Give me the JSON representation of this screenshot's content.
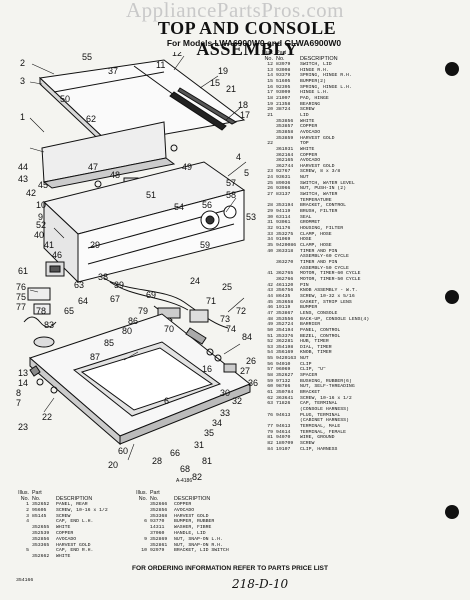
{
  "watermark": "AppliancePartsPros.com",
  "title": "TOP AND CONSOLE ASSEMBLY",
  "subtitle": "For Models LWA6900W0 and GLWA6900W0",
  "figure_number": "A-4186",
  "callouts": [
    "1",
    "2",
    "3",
    "4",
    "5",
    "6",
    "7",
    "8",
    "9",
    "10",
    "11",
    "12",
    "13",
    "14",
    "15",
    "16",
    "17",
    "18",
    "19",
    "20",
    "21",
    "22",
    "23",
    "24",
    "25",
    "26",
    "27",
    "28",
    "29",
    "30",
    "31",
    "32",
    "33",
    "34",
    "35",
    "36",
    "37",
    "38",
    "39",
    "40",
    "41",
    "42",
    "43",
    "44",
    "45",
    "46",
    "47",
    "48",
    "49",
    "50",
    "51",
    "52",
    "53",
    "54",
    "55",
    "56",
    "57",
    "58",
    "59",
    "60",
    "61",
    "62",
    "63",
    "64",
    "65",
    "66",
    "67",
    "68",
    "69",
    "70",
    "71",
    "72",
    "73",
    "74",
    "75",
    "76",
    "77",
    "78",
    "79",
    "80",
    "81",
    "82",
    "83",
    "84",
    "85",
    "86",
    "87"
  ],
  "right_list": {
    "headers": {
      "illus": "Illus.",
      "no": "No.",
      "part": "Part",
      "part_no": "No.",
      "desc": "DESCRIPTION"
    },
    "rows": [
      [
        "12",
        "83979",
        "SWITCH, LID"
      ],
      [
        "13",
        "93098",
        "HINGE R.H."
      ],
      [
        "14",
        "93379",
        "SPRING, HINGE R.H."
      ],
      [
        "15",
        "51605",
        "BUMPER(2)"
      ],
      [
        "16",
        "92395",
        "SPRING, HINGE L.H."
      ],
      [
        "17",
        "93099",
        "HINGE L.H."
      ],
      [
        "18",
        "21097",
        "PAD, HINGE"
      ],
      [
        "19",
        "21358",
        "BEARING"
      ],
      [
        "20",
        "38724",
        "SCREW"
      ],
      [
        "21",
        "",
        "LID"
      ],
      [
        "",
        "353856",
        "WHITE"
      ],
      [
        "",
        "353857",
        "COPPER"
      ],
      [
        "",
        "353858",
        "AVOCADO"
      ],
      [
        "",
        "353859",
        "HARVEST GOLD"
      ],
      [
        "22",
        "",
        "TOP"
      ],
      [
        "",
        "361931",
        "WHITE"
      ],
      [
        "",
        "362164",
        "COPPER"
      ],
      [
        "",
        "362165",
        "AVOCADO"
      ],
      [
        "",
        "362744",
        "HARVEST GOLD"
      ],
      [
        "23",
        "92767",
        "SCREW, 8 x 3/8"
      ],
      [
        "24",
        "93631",
        "NUT"
      ],
      [
        "25",
        "89036",
        "SWITCH, WATER LEVEL"
      ],
      [
        "26",
        "93966",
        "NUT, PUSH-IN (2)"
      ],
      [
        "27",
        "83137",
        "SWITCH, WATER"
      ],
      [
        "",
        "",
        "TEMPERATURE"
      ],
      [
        "28",
        "353194",
        "BRACKET, CONTROL"
      ],
      [
        "29",
        "94119",
        "BRUSH, FILTER"
      ],
      [
        "30",
        "63114",
        "SEAL"
      ],
      [
        "31",
        "93061",
        "GROMMET"
      ],
      [
        "32",
        "91176",
        "HOUSING, FILTER"
      ],
      [
        "33",
        "353275",
        "CLAMP, HOSE"
      ],
      [
        "34",
        "91069",
        "HOSE"
      ],
      [
        "35",
        "9420086",
        "CLAMP, HOSE"
      ],
      [
        "40",
        "363318",
        "TIMER AND PIN"
      ],
      [
        "",
        "",
        "ASSEMBLY-60 CYCLE"
      ],
      [
        "",
        "363270",
        "TIMER AND PIN"
      ],
      [
        "",
        "",
        "ASSEMBLY-50 CYCLE"
      ],
      [
        "41",
        "362765",
        "MOTOR, TIMER-60 CYCLE"
      ],
      [
        "",
        "362766",
        "MOTOR, TIMER-50 CYCLE"
      ],
      [
        "42",
        "461120",
        "PIN"
      ],
      [
        "43",
        "356756",
        "KNOB ASSEMBLY - W.T."
      ],
      [
        "44",
        "86435",
        "SCREW, 10-32 x 5/16"
      ],
      [
        "45",
        "353658",
        "GASKET, STRIP LENS"
      ],
      [
        "46",
        "19119",
        "BUMPER"
      ],
      [
        "47",
        "353867",
        "LENS, CONSOLE"
      ],
      [
        "48",
        "353556",
        "BACK-UP, CONSOLE LENS(4)"
      ],
      [
        "49",
        "352724",
        "BARRIER"
      ],
      [
        "50",
        "354194",
        "PANEL, CONTROL"
      ],
      [
        "51",
        "353376",
        "BEZEL, CONTROL"
      ],
      [
        "52",
        "362281",
        "HUB, TIMER"
      ],
      [
        "53",
        "354198",
        "DIAL, TIMER"
      ],
      [
        "54",
        "356169",
        "KNOB, TIMER"
      ],
      [
        "55",
        "9420163",
        "NUT"
      ],
      [
        "56",
        "94010",
        "CLIP"
      ],
      [
        "57",
        "96069",
        "CLIP, \"U\""
      ],
      [
        "58",
        "352627",
        "SPACER"
      ],
      [
        "59",
        "97132",
        "BUSHING, RUBBER(6)"
      ],
      [
        "60",
        "98786",
        "NUT, SELF-THREADING"
      ],
      [
        "61",
        "350784",
        "BRACKET"
      ],
      [
        "62",
        "363641",
        "SCREW, 10-16 x 1/2"
      ],
      [
        "63",
        "71826",
        "CAP, TERMINAL"
      ],
      [
        "",
        "",
        "(CONSOLE HARNESS)"
      ],
      [
        "76",
        "94613",
        "PLUG, TERMINAL"
      ],
      [
        "",
        "",
        "(CABINET HARNESS)"
      ],
      [
        "77",
        "94613",
        "TERMINAL, MALE"
      ],
      [
        "79",
        "94614",
        "TERMINAL, FEMALE"
      ],
      [
        "81",
        "94070",
        "WIRE, GROUND"
      ],
      [
        "82",
        "189709",
        "SCREW"
      ],
      [
        "84",
        "19107",
        "CLIP, HARNESS"
      ]
    ]
  },
  "left_list": {
    "headers": {
      "illus": "Illus.",
      "no": "No.",
      "part": "Part",
      "part_no": "No.",
      "desc": "DESCRIPTION"
    },
    "rows": [
      [
        "1",
        "352652",
        "PANEL, REAR"
      ],
      [
        "2",
        "95605",
        "SCREW, 10-16 x 1/2"
      ],
      [
        "3",
        "85145",
        "SCREW"
      ],
      [
        "4",
        "",
        "CAP, END L.H."
      ],
      [
        "",
        "352655",
        "WHITE"
      ],
      [
        "",
        "352539",
        "COPPER"
      ],
      [
        "",
        "352856",
        "AVOCADO"
      ],
      [
        "",
        "353365",
        "HARVEST GOLD"
      ],
      [
        "5",
        "",
        "CAP, END R.H."
      ],
      [
        "",
        "352662",
        "WHITE"
      ]
    ]
  },
  "mid_list": {
    "headers": {
      "illus": "Illus.",
      "no": "No.",
      "part": "Part",
      "part_no": "No.",
      "desc": "DESCRIPTION"
    },
    "rows": [
      [
        "",
        "352666",
        "COPPER"
      ],
      [
        "",
        "352856",
        "AVOCADO"
      ],
      [
        "",
        "353368",
        "HARVEST GOLD"
      ],
      [
        "6",
        "93770",
        "BUMPER, RUBBER"
      ],
      [
        "",
        "14311",
        "WASHER, FIBRE"
      ],
      [
        "",
        "37060",
        "HANDLE, LID"
      ],
      [
        "9",
        "352869",
        "NUT, SNAP-ON L.H."
      ],
      [
        "",
        "352861",
        "NUT, SNAP-ON R.H."
      ],
      [
        "10",
        "92979",
        "BRACKET, LID SWITCH"
      ]
    ]
  },
  "footer_text": "FOR ORDERING INFORMATION REFER TO PARTS PRICE LIST",
  "page_code": "354166",
  "handwritten_note": "218-D-10"
}
